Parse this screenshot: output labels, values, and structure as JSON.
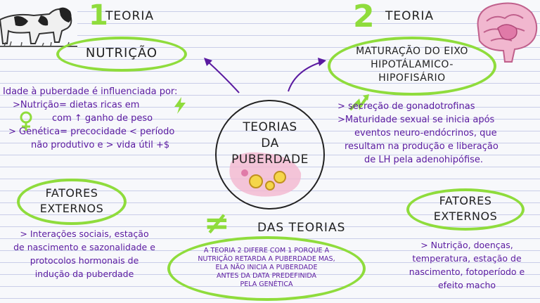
{
  "theory1": {
    "number": "1",
    "header": "TEORIA",
    "title": "NUTRIÇÃO",
    "text_lines": [
      "Idade à puberdade é influenciada por:",
      ">Nutrição= dietas ricas em",
      "com ↑ ganho de peso",
      "> Genética= precocidade < período",
      "não produtivo e > vida útil +$"
    ]
  },
  "theory2": {
    "number": "2",
    "header": "TEORIA",
    "title_lines": [
      "MATURAÇÃO DO EIXO",
      "HIPOTÁLAMICO-",
      "HIPOFISÁRIO"
    ],
    "text_lines": [
      ">  secreção de gonadotrofinas",
      ">Maturidade sexual se inicia após",
      "eventos neuro-endócrinos, que",
      "resultam na produção e liberação",
      "de LH pela adenohipófise."
    ]
  },
  "center_title": [
    "TEORIAS",
    "DA",
    "PUBERDADE"
  ],
  "external_left": {
    "title_lines": [
      "FATORES",
      "EXTERNOS"
    ],
    "text_lines": [
      "> Interações sociais, estação",
      "de nascimento e sazonalidade  e",
      "protocolos hormonais de",
      "indução da puberdade"
    ]
  },
  "external_right": {
    "title_lines": [
      "FATORES",
      "EXTERNOS"
    ],
    "text_lines": [
      "> Nutrição, doenças,",
      "temperatura, estação de",
      "nascimento, fotoperíodo e",
      "efeito macho"
    ]
  },
  "difference": {
    "symbol": "≠",
    "header": "DAS TEORIAS",
    "text_lines": [
      "A TEORIA 2 DIFERE COM 1 PORQUE  A",
      "NUTRIÇÃO RETARDA A PUBERDADE MAS,",
      "ELA NÃO INICIA A PUBERDADE",
      "ANTES DA DATA PREDEFINIDA",
      "PELA GENÉTICA"
    ]
  },
  "colors": {
    "green": "#8fdc3c",
    "purple": "#5a1aa0",
    "text": "#222222",
    "pink": "#e9a0c8"
  },
  "icons": [
    "cow-icon",
    "brain-icon",
    "female-symbol-icon",
    "lightning-icon",
    "arrow-up-icon",
    "ovary-icon"
  ]
}
